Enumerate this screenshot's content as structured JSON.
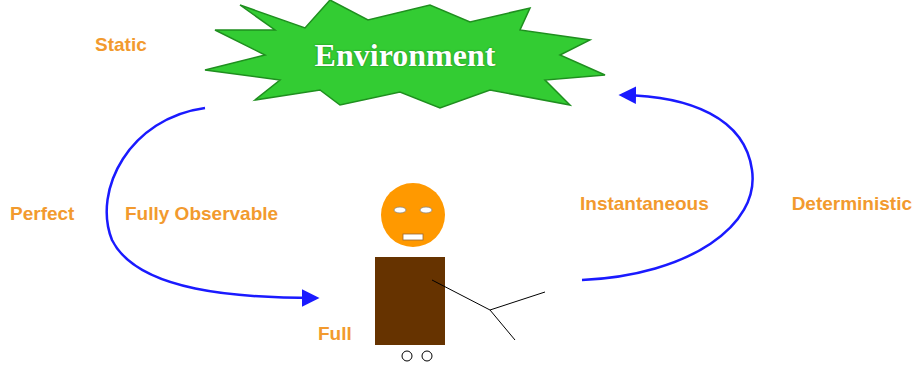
{
  "diagram": {
    "nodes": [
      {
        "text": [
          "Environment"
        ]
      }
    ],
    "labels": [
      "Static",
      "Perfect",
      "Fully Observable",
      "Full",
      "Instantaneous",
      "Deterministic"
    ]
  }
}
